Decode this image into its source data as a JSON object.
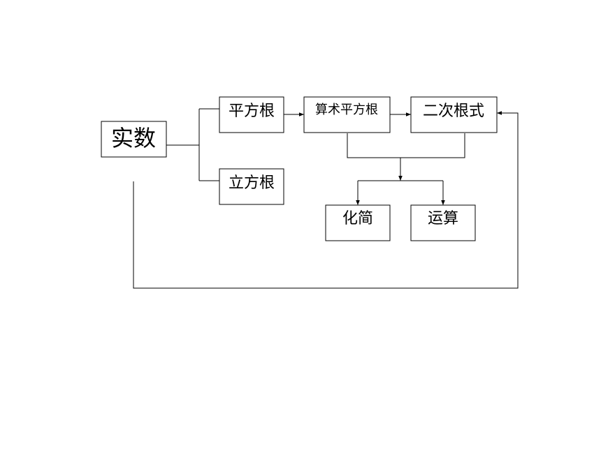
{
  "nodes": {
    "real_number": "实数",
    "square_root": "平方根",
    "cube_root": "立方根",
    "arithmetic_square_root": "算术平方根",
    "quadratic_radical": "二次根式",
    "simplify": "化简",
    "operation": "运算"
  }
}
